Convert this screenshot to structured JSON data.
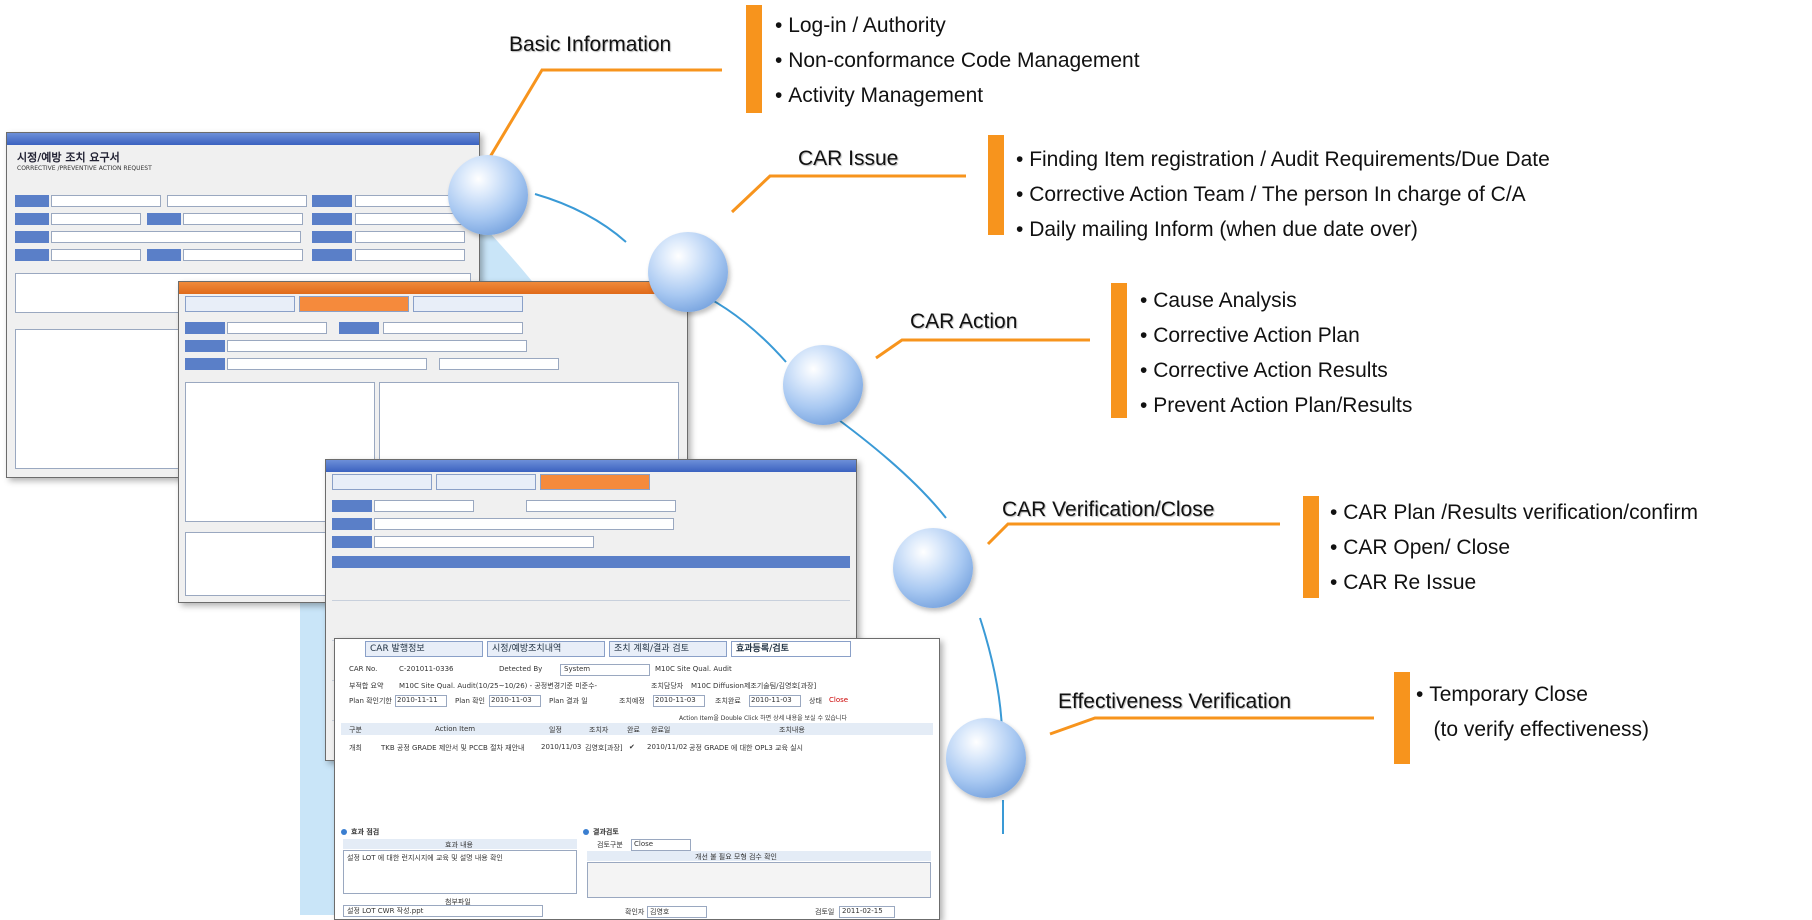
{
  "stages": [
    {
      "id": "basic-information",
      "label": "Basic Information",
      "items": [
        "Log-in  / Authority",
        "Non-conformance Code Management",
        "Activity Management"
      ]
    },
    {
      "id": "car-issue",
      "label": "CAR Issue",
      "items": [
        "Finding Item registration / Audit Requirements/Due Date",
        "Corrective Action Team / The person In charge of C/A",
        "Daily mailing Inform (when due date over)"
      ]
    },
    {
      "id": "car-action",
      "label": "CAR Action",
      "items": [
        "Cause Analysis",
        "Corrective Action Plan",
        "Corrective Action Results",
        "Prevent Action Plan/Results"
      ]
    },
    {
      "id": "car-verification-close",
      "label": "CAR Verification/Close",
      "items": [
        "CAR Plan /Results verification/confirm",
        "CAR  Open/ Close",
        "CAR Re Issue"
      ]
    },
    {
      "id": "effectiveness-verification",
      "label": "Effectiveness Verification",
      "items": [
        "Temporary Close",
        "(to verify effectiveness)"
      ]
    }
  ],
  "colors": {
    "accent": "#f7941d",
    "curve": "#3a9ad6",
    "panel_fill": "#bfe0f7",
    "sphere": "#7ba6e0"
  },
  "windows": {
    "w1": {
      "title": "시정/예방 조치 요구서",
      "subtitle": "CORRECTIVE /PREVENTIVE ACTION REQUEST"
    },
    "w4": {
      "tabs": [
        "CAR 발행정보",
        "시정/예방조치내역",
        "조치 계획/결과 검토",
        "효과등록/검토"
      ],
      "car_no_label": "CAR No.",
      "car_no": "C-201011-0336",
      "detected_by_label": "Detected By",
      "detected_by": "System",
      "audit_label": "M10C Site Qual. Audit",
      "subject_label": "부적합 요약",
      "subject": "M10C Site Qual. Audit(10/25~10/26) - 공정변경기준 미준수-",
      "manager_label": "조치담당자",
      "manager": "M10C Diffusion제조기술팀/김영호[과장]",
      "plan_deadline_label": "Plan 확인기한",
      "plan_deadline": "2010-11-11",
      "plan_confirm_label": "Plan 확인",
      "plan_confirm": "2010-11-03",
      "plan_result_label": "Plan 결과 일",
      "action_date_label": "조치예정",
      "action_date": "2010-11-03",
      "action_done_label": "조치완료",
      "action_done": "2010-11-03",
      "status_label": "상태",
      "status": "Close",
      "table_note": "Action Item을 Double Click 하면 상세 내용을 보실 수 있습니다",
      "table_headers": [
        "구분",
        "Action Item",
        "일정",
        "조치자",
        "완료",
        "완료일",
        "조치내용"
      ],
      "table_row": [
        "개최",
        "TKB 공정 GRADE 제안서 및 PCCB 절차 재안내",
        "2010/11/03",
        "김영호[과장]",
        "✔",
        "2010/11/02",
        "공정 GRADE 에 대한 OPL3 교육 실시"
      ],
      "effect_title": "효과 점검",
      "effect_col": "효과 내용",
      "effect_text": "설정 LOT 에 대한 런지시지에 교육 및 설명 내용 확인",
      "attach_label": "첨부파일",
      "attach_file": "설정 LOT CWR 작성.ppt",
      "review_title": "결과검토",
      "review_type_label": "검토구분",
      "review_type": "Close",
      "review_col": "개선 불 필요 모형 검수 확인",
      "reviewer_label": "확인자",
      "reviewer": "김영호",
      "review_date_label": "검토일",
      "review_date": "2011-02-15"
    }
  }
}
